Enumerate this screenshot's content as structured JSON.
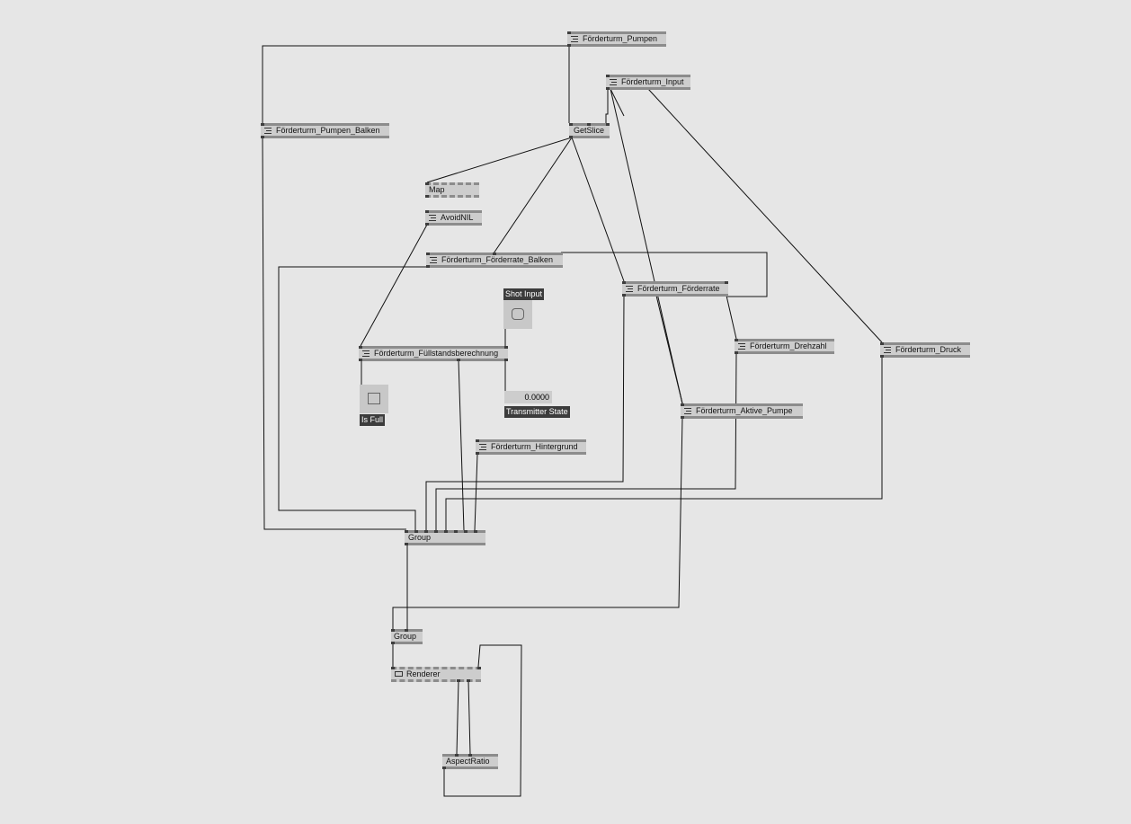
{
  "nodes": {
    "pumpen": "Förderturm_Pumpen",
    "input": "Förderturm_Input",
    "pumpen_balken": "Förderturm_Pumpen_Balken",
    "getslice": "GetSlice",
    "map": "Map",
    "avoidnil": "AvoidNIL",
    "foerderrate_balken": "Förderturm_Förderrate_Balken",
    "foerderrate": "Förderturm_Förderrate",
    "drehzahl": "Förderturm_Drehzahl",
    "druck": "Förderturm_Druck",
    "fuellstand": "Förderturm_Füllstandsberechnung",
    "aktive_pumpe": "Förderturm_Aktive_Pumpe",
    "hintergrund": "Förderturm_Hintergrund",
    "group1": "Group",
    "group2": "Group",
    "renderer": "Renderer",
    "aspectratio": "AspectRatio"
  },
  "io": {
    "shot_input_label": "Shot Input",
    "is_full_label": "Is Full",
    "transmitter_value": "0.0000",
    "transmitter_label": "Transmitter State"
  },
  "icons": {
    "module": "module-icon",
    "renderer": "renderer-window-icon"
  },
  "colors": {
    "background": "#e6e6e6",
    "node_fill": "#cdcdcd",
    "node_border": "#8c8c8c",
    "pin": "#3e3e3e",
    "label_dark": "#3c3c3c",
    "wire": "#111111"
  }
}
